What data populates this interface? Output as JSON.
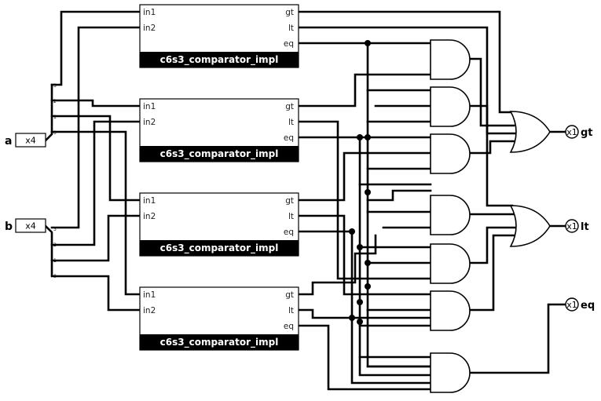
{
  "inputs": [
    {
      "name": "a",
      "width_label": "x4"
    },
    {
      "name": "b",
      "width_label": "x4"
    }
  ],
  "outputs": [
    {
      "name": "gt",
      "width_label": "x1"
    },
    {
      "name": "lt",
      "width_label": "x1"
    },
    {
      "name": "eq",
      "width_label": "x1"
    }
  ],
  "splitter_bits": [
    "3",
    "2",
    "1",
    "0"
  ],
  "comparator": {
    "title": "c6s3_comparator_impl",
    "in_ports": [
      "in1",
      "in2"
    ],
    "out_ports": [
      "gt",
      "lt",
      "eq"
    ]
  },
  "comparator_count": 4,
  "and_gate_count": 7,
  "or_gate_count": 2
}
